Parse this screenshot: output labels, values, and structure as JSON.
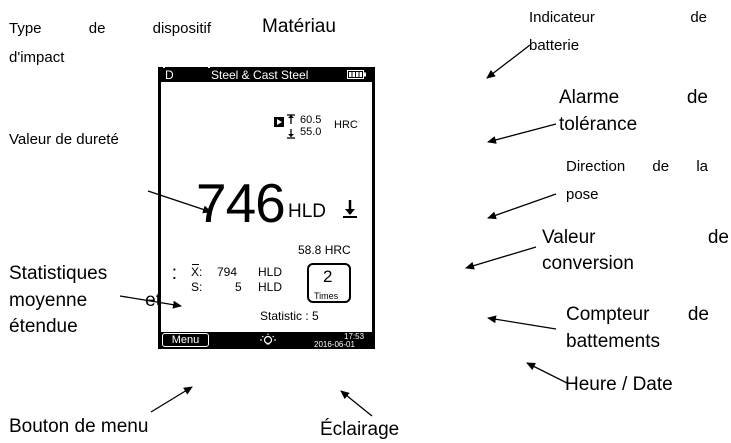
{
  "callouts": {
    "impact_device": [
      "Type",
      "de",
      "dispositif",
      "d'impact"
    ],
    "material": "Matériau",
    "battery_indicator": [
      "Indicateur",
      "de",
      "batterie"
    ],
    "tolerance_alarm": [
      "Alarme",
      "de",
      "tolérance"
    ],
    "hardness_value": "Valeur de dureté",
    "placement_direction": [
      "Direction",
      "de",
      "la",
      "pose"
    ],
    "conversion_value": [
      "Valeur",
      "de",
      "conversion"
    ],
    "statistics": [
      "Statistiques",
      ":",
      "moyenne",
      "et",
      "étendue"
    ],
    "impact_counter": [
      "Compteur",
      "de",
      "battements"
    ],
    "time_date": "Heure / Date",
    "menu_button": "Bouton de menu",
    "lighting": "Éclairage"
  },
  "screen": {
    "impact_type": "D",
    "material": "Steel & Cast Steel",
    "tolerance_upper": "60.5",
    "tolerance_lower": "55.0",
    "tolerance_unit": "HRC",
    "hardness_value": "746",
    "hardness_unit": "HLD",
    "conversion_value": "58.8 HRC",
    "mean_label": "X:",
    "mean_value": "794",
    "mean_unit": "HLD",
    "range_label": "S:",
    "range_value": "5",
    "range_unit": "HLD",
    "counter_value": "2",
    "counter_label": "Times",
    "statistic_text": "Statistic : 5",
    "menu_label": "Menu",
    "time": "17:53",
    "date": "2016-06-01"
  },
  "icons": {
    "battery": "battery-icon",
    "direction": "down-arrow-icon",
    "lighting": "bulb-icon",
    "alarm": "alarm-flag-icon"
  }
}
